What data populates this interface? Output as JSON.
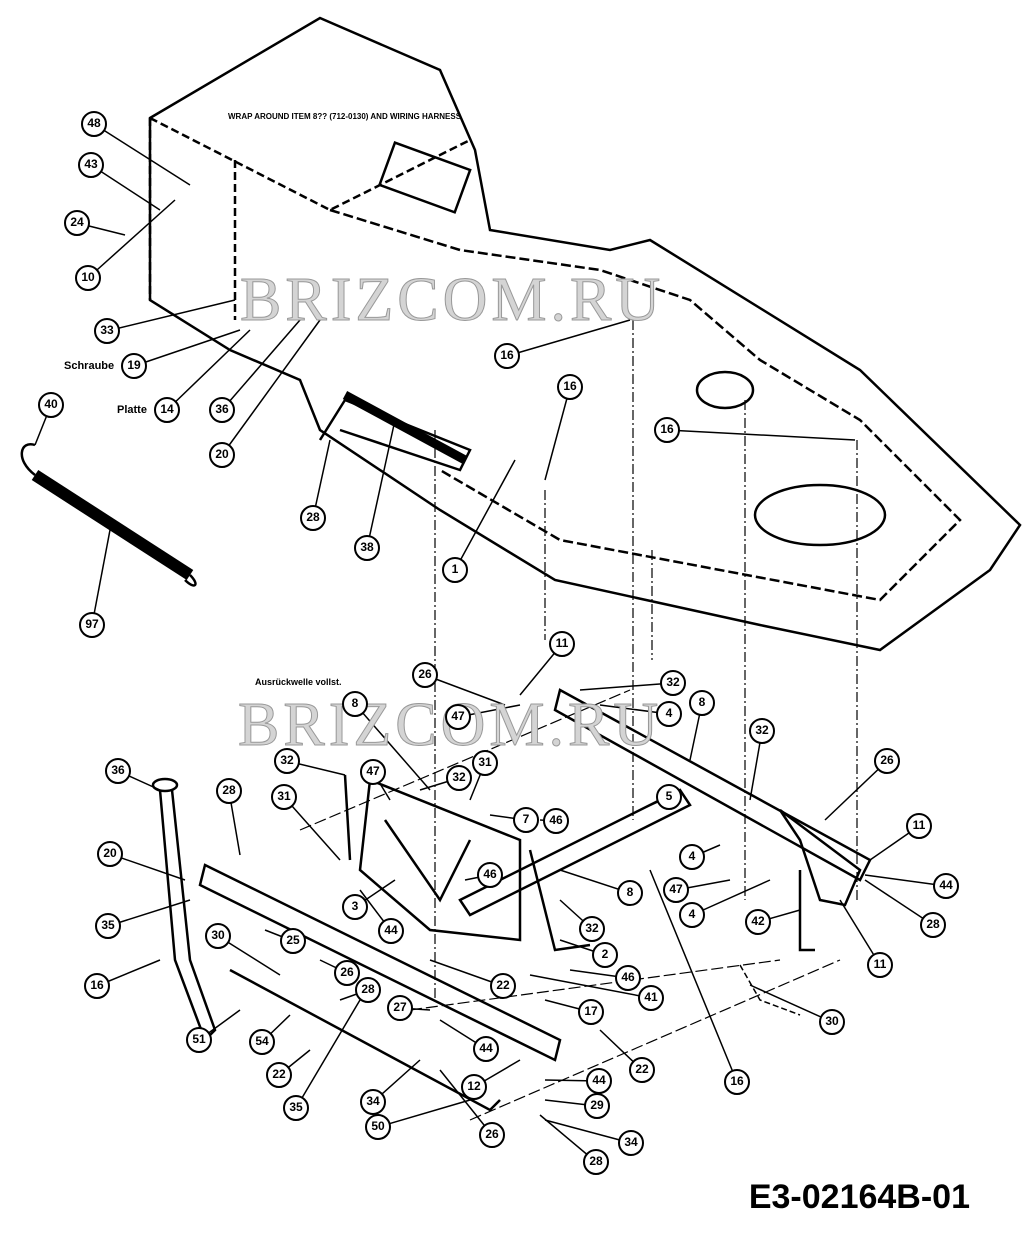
{
  "diagram": {
    "note": "WRAP AROUND ITEM 8?? (712-0130) AND WIRING HARNESS",
    "shaft_label": "Ausrückwelle vollst.",
    "screw_label": "Schraube",
    "plate_label": "Platte",
    "drawing_code": "E3-02164B-01",
    "watermark": "BRIZCOM.RU"
  },
  "callouts": [
    "48",
    "43",
    "24",
    "10",
    "33",
    "19",
    "14",
    "36",
    "20",
    "40",
    "97",
    "28",
    "38",
    "1",
    "16",
    "16",
    "16",
    "11",
    "26",
    "8",
    "47",
    "32",
    "47",
    "32",
    "31",
    "31",
    "7",
    "46",
    "46",
    "3",
    "44",
    "36",
    "28",
    "20",
    "35",
    "30",
    "25",
    "26",
    "28",
    "27",
    "16",
    "51",
    "54",
    "22",
    "35",
    "44",
    "12",
    "34",
    "50",
    "26",
    "22",
    "32",
    "4",
    "8",
    "32",
    "5",
    "4",
    "47",
    "4",
    "8",
    "32",
    "2",
    "46",
    "41",
    "17",
    "22",
    "44",
    "29",
    "34",
    "28",
    "26",
    "11",
    "44",
    "28",
    "42",
    "11",
    "16",
    "30"
  ]
}
